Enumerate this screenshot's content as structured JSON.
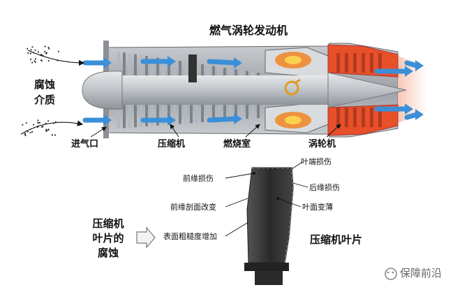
{
  "title": "燃气涡轮发动机",
  "corrosive_medium": "腐蚀介质",
  "engine_labels": {
    "inlet": "进气口",
    "compressor": "压缩机",
    "combustor": "燃烧室",
    "turbine": "涡轮机"
  },
  "blade_title": "压缩机叶片",
  "blade_corrosion": "压缩机叶片的腐蚀",
  "damage_labels": {
    "leading_edge_damage": "前缘损伤",
    "leading_edge_profile_change": "前缘剖面改变",
    "surface_roughness_increase": "表面粗糙度增加",
    "tip_damage": "叶端损伤",
    "trailing_edge_damage": "后缘损伤",
    "blade_thinning": "叶面变薄"
  },
  "watermark": "保障前沿",
  "colors": {
    "flow_arrow": "#3a8fd8",
    "compressor_gray": "#9aa0a8",
    "combustor_orange": "#f08a30",
    "turbine_red": "#e8502a",
    "blade_dark": "#333"
  }
}
